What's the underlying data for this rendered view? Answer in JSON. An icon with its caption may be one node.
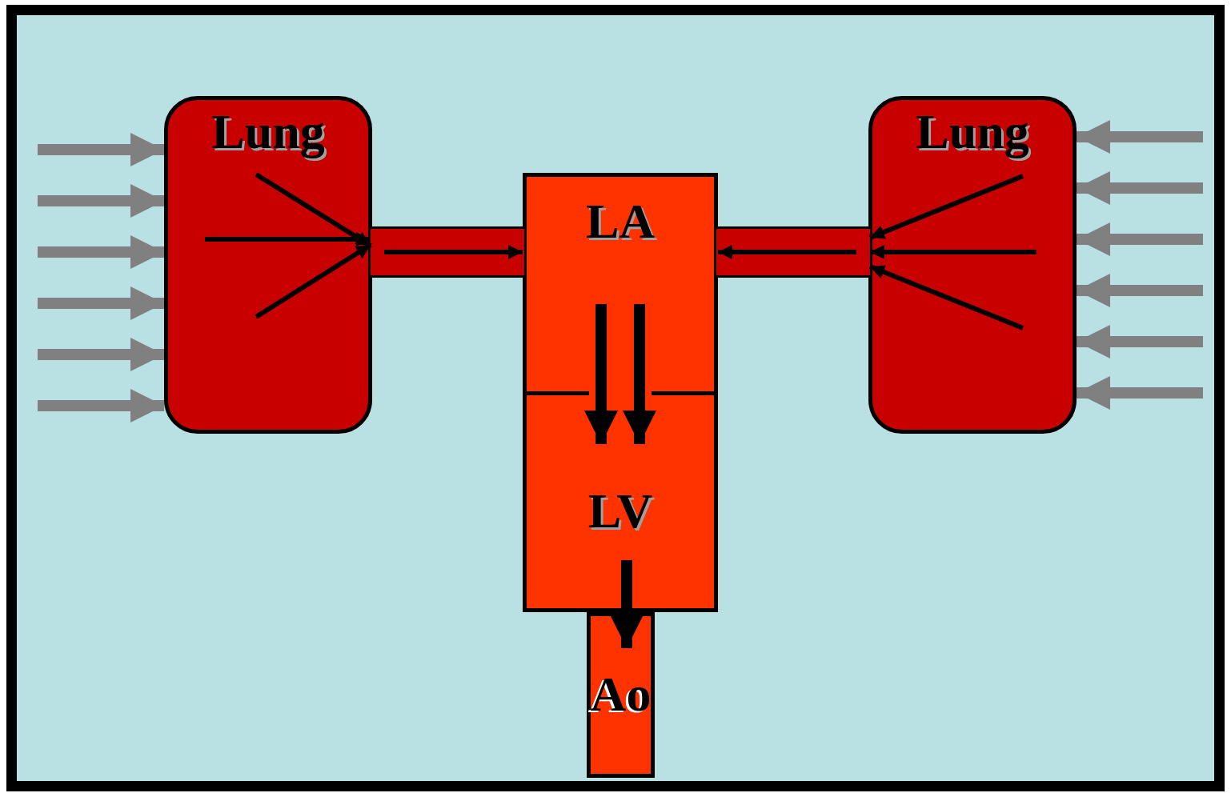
{
  "diagram": {
    "nodes": [
      {
        "text": [
          "Lung"
        ]
      },
      {
        "text": [
          "Lung"
        ]
      },
      {
        "text": [
          "LA"
        ]
      },
      {
        "text": [
          "LV"
        ]
      },
      {
        "text": [
          "Ao"
        ]
      },
      {
        "text": [],
        "shape": "bar"
      },
      {
        "text": [],
        "shape": "bar"
      }
    ],
    "edges": [
      {
        "from": 0,
        "to": 5,
        "arrow": "to",
        "color": "#000000"
      },
      {
        "from": 0,
        "to": 5,
        "arrow": "to",
        "color": "#000000"
      },
      {
        "from": 0,
        "to": 5,
        "arrow": "to",
        "color": "#000000"
      },
      {
        "from": 5,
        "to": 2,
        "arrow": "to",
        "color": "#000000"
      },
      {
        "from": 6,
        "to": 2,
        "arrow": "to",
        "color": "#000000"
      },
      {
        "from": 1,
        "to": 6,
        "arrow": "to",
        "color": "#000000"
      },
      {
        "from": 1,
        "to": 6,
        "arrow": "to",
        "color": "#000000"
      },
      {
        "from": 1,
        "to": 6,
        "arrow": "to",
        "color": "#000000"
      },
      {
        "from": 2,
        "to": 3,
        "arrow": "to",
        "color": "#000000"
      },
      {
        "from": 2,
        "to": 3,
        "arrow": "to",
        "color": "#000000"
      },
      {
        "from": 3,
        "to": 4,
        "arrow": "to",
        "color": "#000000"
      },
      {
        "from": null,
        "to": 0,
        "arrow": "to",
        "color": "#808080"
      },
      {
        "from": null,
        "to": 0,
        "arrow": "to",
        "color": "#808080"
      },
      {
        "from": null,
        "to": 0,
        "arrow": "to",
        "color": "#808080"
      },
      {
        "from": null,
        "to": 0,
        "arrow": "to",
        "color": "#808080"
      },
      {
        "from": null,
        "to": 0,
        "arrow": "to",
        "color": "#808080"
      },
      {
        "from": null,
        "to": 0,
        "arrow": "to",
        "color": "#808080"
      },
      {
        "from": null,
        "to": 1,
        "arrow": "to",
        "color": "#808080"
      },
      {
        "from": null,
        "to": 1,
        "arrow": "to",
        "color": "#808080"
      },
      {
        "from": null,
        "to": 1,
        "arrow": "to",
        "color": "#808080"
      },
      {
        "from": null,
        "to": 1,
        "arrow": "to",
        "color": "#808080"
      },
      {
        "from": null,
        "to": 1,
        "arrow": "to",
        "color": "#808080"
      },
      {
        "from": null,
        "to": 1,
        "arrow": "to",
        "color": "#808080"
      }
    ]
  }
}
